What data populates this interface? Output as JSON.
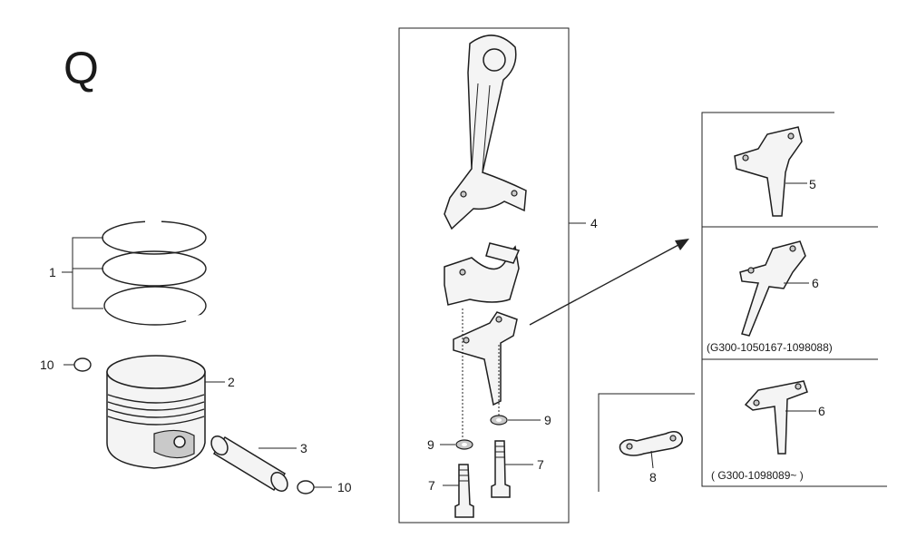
{
  "section_letter": "Q",
  "labels": {
    "piston_rings": "1",
    "piston": "2",
    "piston_pin": "3",
    "connecting_rod_assy": "4",
    "dipper_5": "5",
    "dipper_6a": "6",
    "dipper_6b": "6",
    "bolt_left": "7",
    "bolt_right": "7",
    "lock_plate": "8",
    "washer_left": "9",
    "washer_right": "9",
    "clip_left": "10",
    "clip_right": "10"
  },
  "notes": {
    "serial_range_a": "(G300-1050167-1098088)",
    "serial_range_b": "( G300-1098089~ )"
  }
}
